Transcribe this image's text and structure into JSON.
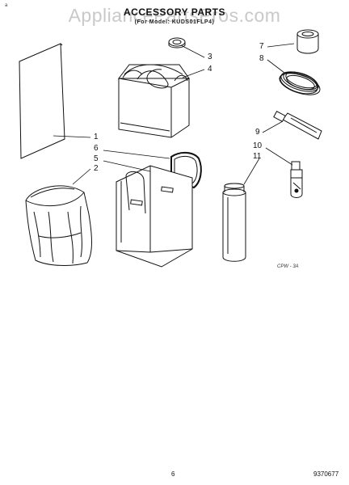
{
  "watermark": "AppliancePartsPros.com",
  "title": "ACCESSORY PARTS",
  "subtitle": "(For Model: KUDS01FLP4)",
  "corner_mark": "a",
  "callouts": [
    "1",
    "2",
    "3",
    "4",
    "5",
    "6",
    "7",
    "8",
    "9",
    "10",
    "11"
  ],
  "diagram_code": "CPW - 3A",
  "page_number": "6",
  "doc_number": "9370677"
}
